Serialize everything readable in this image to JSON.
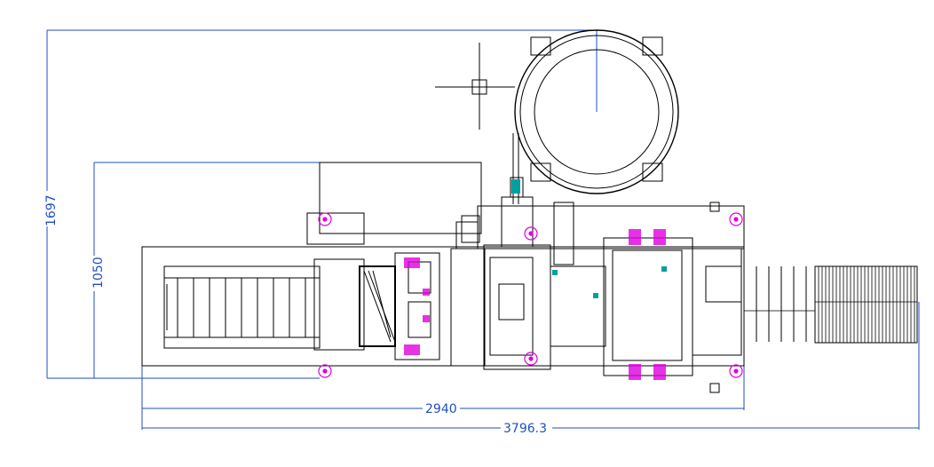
{
  "drawing": {
    "dimensions": {
      "overall_height": "1697",
      "frame_height": "1050",
      "frame_width": "2940",
      "overall_width": "3796.3"
    },
    "colors": {
      "outline": "#000000",
      "dimension": "#1f4fbf",
      "highlight": "#e000e0",
      "accent": "#00a0a0"
    }
  }
}
